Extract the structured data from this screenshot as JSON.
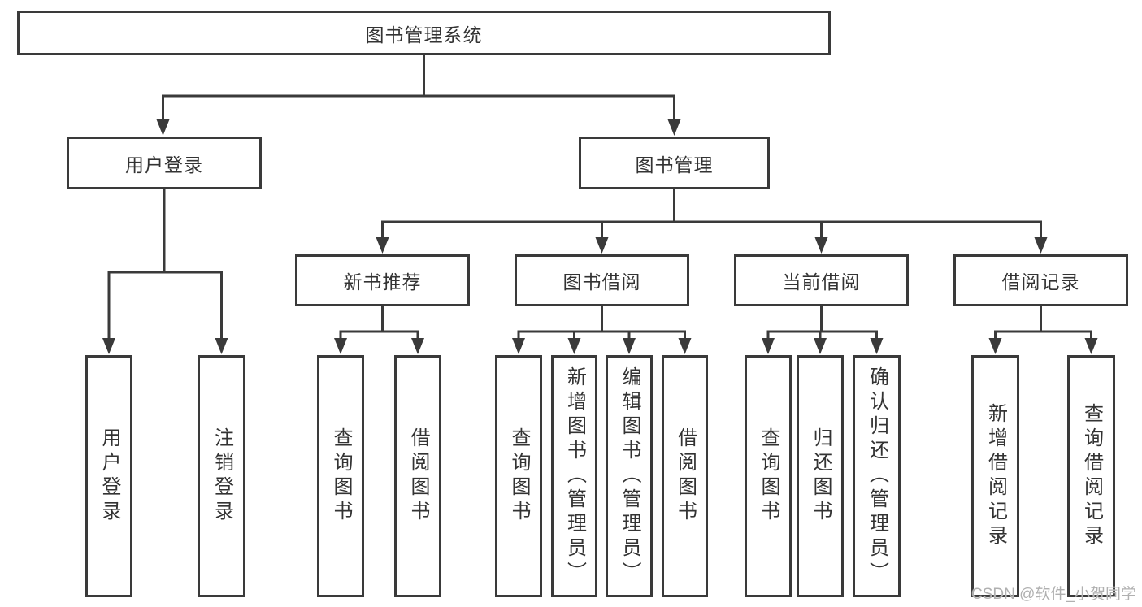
{
  "tree": {
    "label": "图书管理系统",
    "children": [
      {
        "label": "用户登录",
        "children": [
          {
            "label": "用户登录"
          },
          {
            "label": "注销登录"
          }
        ]
      },
      {
        "label": "图书管理",
        "children": [
          {
            "label": "新书推荐",
            "children": [
              {
                "label": "查询图书"
              },
              {
                "label": "借阅图书"
              }
            ]
          },
          {
            "label": "图书借阅",
            "children": [
              {
                "label": "查询图书"
              },
              {
                "label": "新增图书（管理员）"
              },
              {
                "label": "编辑图书（管理员）"
              },
              {
                "label": "借阅图书"
              }
            ]
          },
          {
            "label": "当前借阅",
            "children": [
              {
                "label": "查询图书"
              },
              {
                "label": "归还图书"
              },
              {
                "label": "确认归还（管理员）"
              }
            ]
          },
          {
            "label": "借阅记录",
            "children": [
              {
                "label": "新增借阅记录"
              },
              {
                "label": "查询借阅记录"
              }
            ]
          }
        ]
      }
    ]
  },
  "watermark": {
    "text": "CSDN @软件_小贺同学"
  },
  "colors": {
    "line": "#3a3a3a",
    "box_border": "#3a3a3a",
    "text": "#333333",
    "watermark": "#b0b0b0",
    "background": "#ffffff"
  }
}
